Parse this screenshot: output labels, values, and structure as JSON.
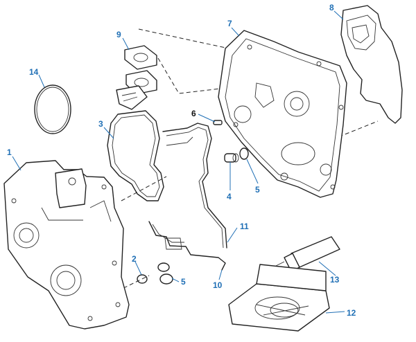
{
  "colors": {
    "callout": "#1f6fb5",
    "line": "#222222",
    "callout_black": "#111111"
  },
  "callouts": [
    {
      "id": "c1",
      "label": "1"
    },
    {
      "id": "c2",
      "label": "2"
    },
    {
      "id": "c3",
      "label": "3"
    },
    {
      "id": "c4",
      "label": "4"
    },
    {
      "id": "c5a",
      "label": "5"
    },
    {
      "id": "c5b",
      "label": "5"
    },
    {
      "id": "c6",
      "label": "6"
    },
    {
      "id": "c7",
      "label": "7"
    },
    {
      "id": "c8",
      "label": "8"
    },
    {
      "id": "c9",
      "label": "9"
    },
    {
      "id": "c10",
      "label": "10"
    },
    {
      "id": "c11",
      "label": "11"
    },
    {
      "id": "c12",
      "label": "12"
    },
    {
      "id": "c13",
      "label": "13"
    },
    {
      "id": "c14",
      "label": "14"
    }
  ]
}
